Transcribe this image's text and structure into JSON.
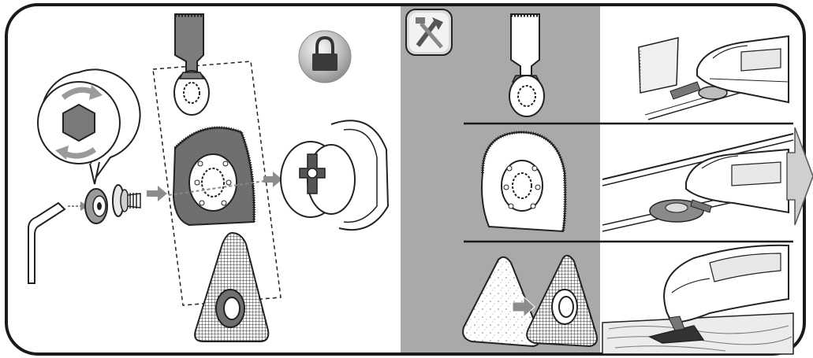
{
  "figure": {
    "kind": "assembly-instruction-illustration",
    "text_present": false,
    "colors": {
      "frame": "#1a1a1a",
      "gray_panel": "#a9a9a9",
      "white_panel": "#ffffff",
      "line_art": "#222222",
      "arrow_gray": "#8c8c8c",
      "light_gray": "#d6d6d6",
      "next_arrow": "#cfcfcf"
    }
  },
  "left_panel": {
    "step_items": [
      {
        "name": "hex-key",
        "role": "tool"
      },
      {
        "name": "washer",
        "role": "part"
      },
      {
        "name": "flange-screw",
        "role": "part"
      },
      {
        "name": "rotation-callout",
        "role": "instruction",
        "icons": [
          "hex-bolt-icon",
          "rotate-arrows-icon"
        ]
      },
      {
        "name": "lock-icon",
        "role": "instruction"
      },
      {
        "name": "plunge-blade",
        "role": "accessory"
      },
      {
        "name": "segment-blade",
        "role": "accessory"
      },
      {
        "name": "sanding-pad",
        "role": "accessory"
      },
      {
        "name": "tool-spindle",
        "role": "part"
      }
    ]
  },
  "middle_panel": {
    "header_icon": "wrench-hammer-icon",
    "accessories": [
      "plunge-blade",
      "segment-blade",
      "sanding-pad-with-sheet"
    ]
  },
  "right_panel": {
    "scenes": [
      "plunge-cut-into-board",
      "flush-cut-along-floor",
      "sanding-on-wood"
    ]
  },
  "next_arrow": {
    "icon": "continue-arrow-icon"
  }
}
